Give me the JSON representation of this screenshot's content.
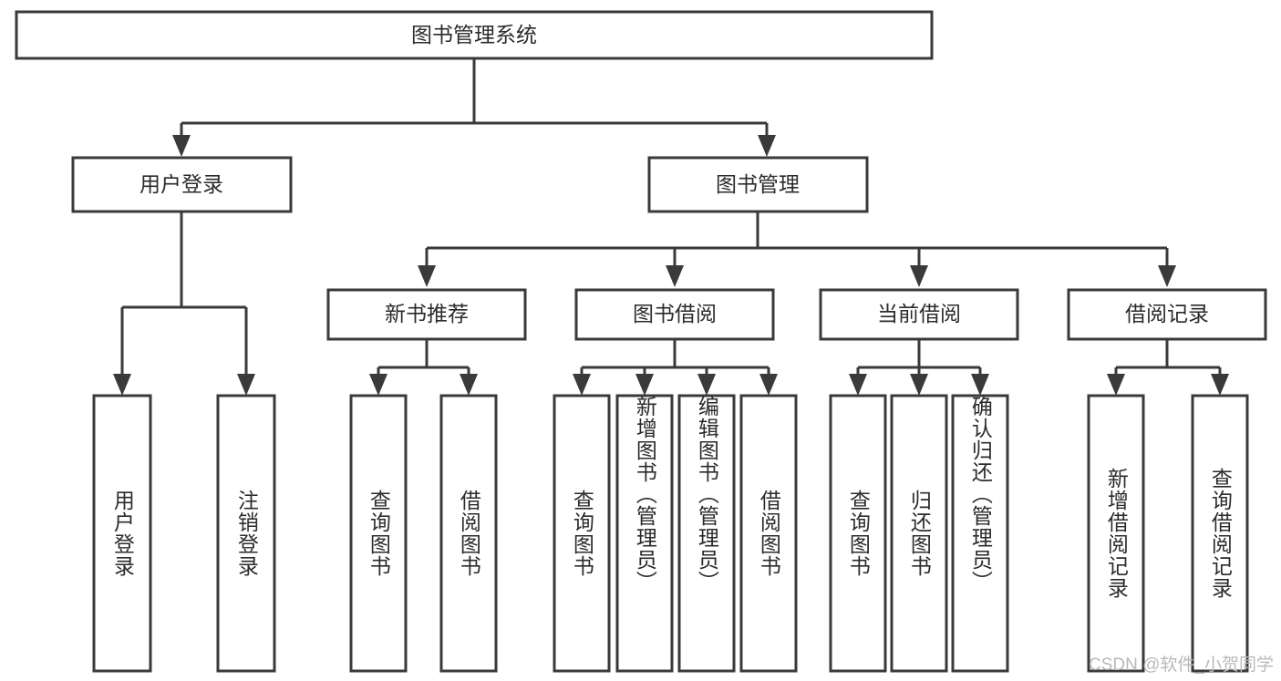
{
  "diagram": {
    "title": "图书管理系统",
    "type": "hierarchy-tree",
    "root": {
      "label": "图书管理系统"
    },
    "level1": [
      {
        "label": "用户登录"
      },
      {
        "label": "图书管理"
      }
    ],
    "level2": [
      {
        "label": "新书推荐"
      },
      {
        "label": "图书借阅"
      },
      {
        "label": "当前借阅"
      },
      {
        "label": "借阅记录"
      }
    ],
    "leaves": {
      "user_login": [
        {
          "label": "用户登录"
        },
        {
          "label": "注销登录"
        }
      ],
      "new_book_recommend": [
        {
          "label": "查询图书"
        },
        {
          "label": "借阅图书"
        }
      ],
      "book_borrow": [
        {
          "label": "查询图书"
        },
        {
          "label": "新增图书（管理员）"
        },
        {
          "label": "编辑图书（管理员）"
        },
        {
          "label": "借阅图书"
        }
      ],
      "current_borrow": [
        {
          "label": "查询图书"
        },
        {
          "label": "归还图书"
        },
        {
          "label": "确认归还（管理员）"
        }
      ],
      "borrow_record": [
        {
          "label": "新增借阅记录"
        },
        {
          "label": "查询借阅记录"
        }
      ]
    }
  },
  "watermark": {
    "text": "CSDN @软件_小贺同学"
  },
  "colors": {
    "stroke": "#3a3a3a",
    "box_fill": "#ffffff",
    "text": "#2b2b2b",
    "watermark": "#b9b9b9",
    "background": "#ffffff"
  }
}
